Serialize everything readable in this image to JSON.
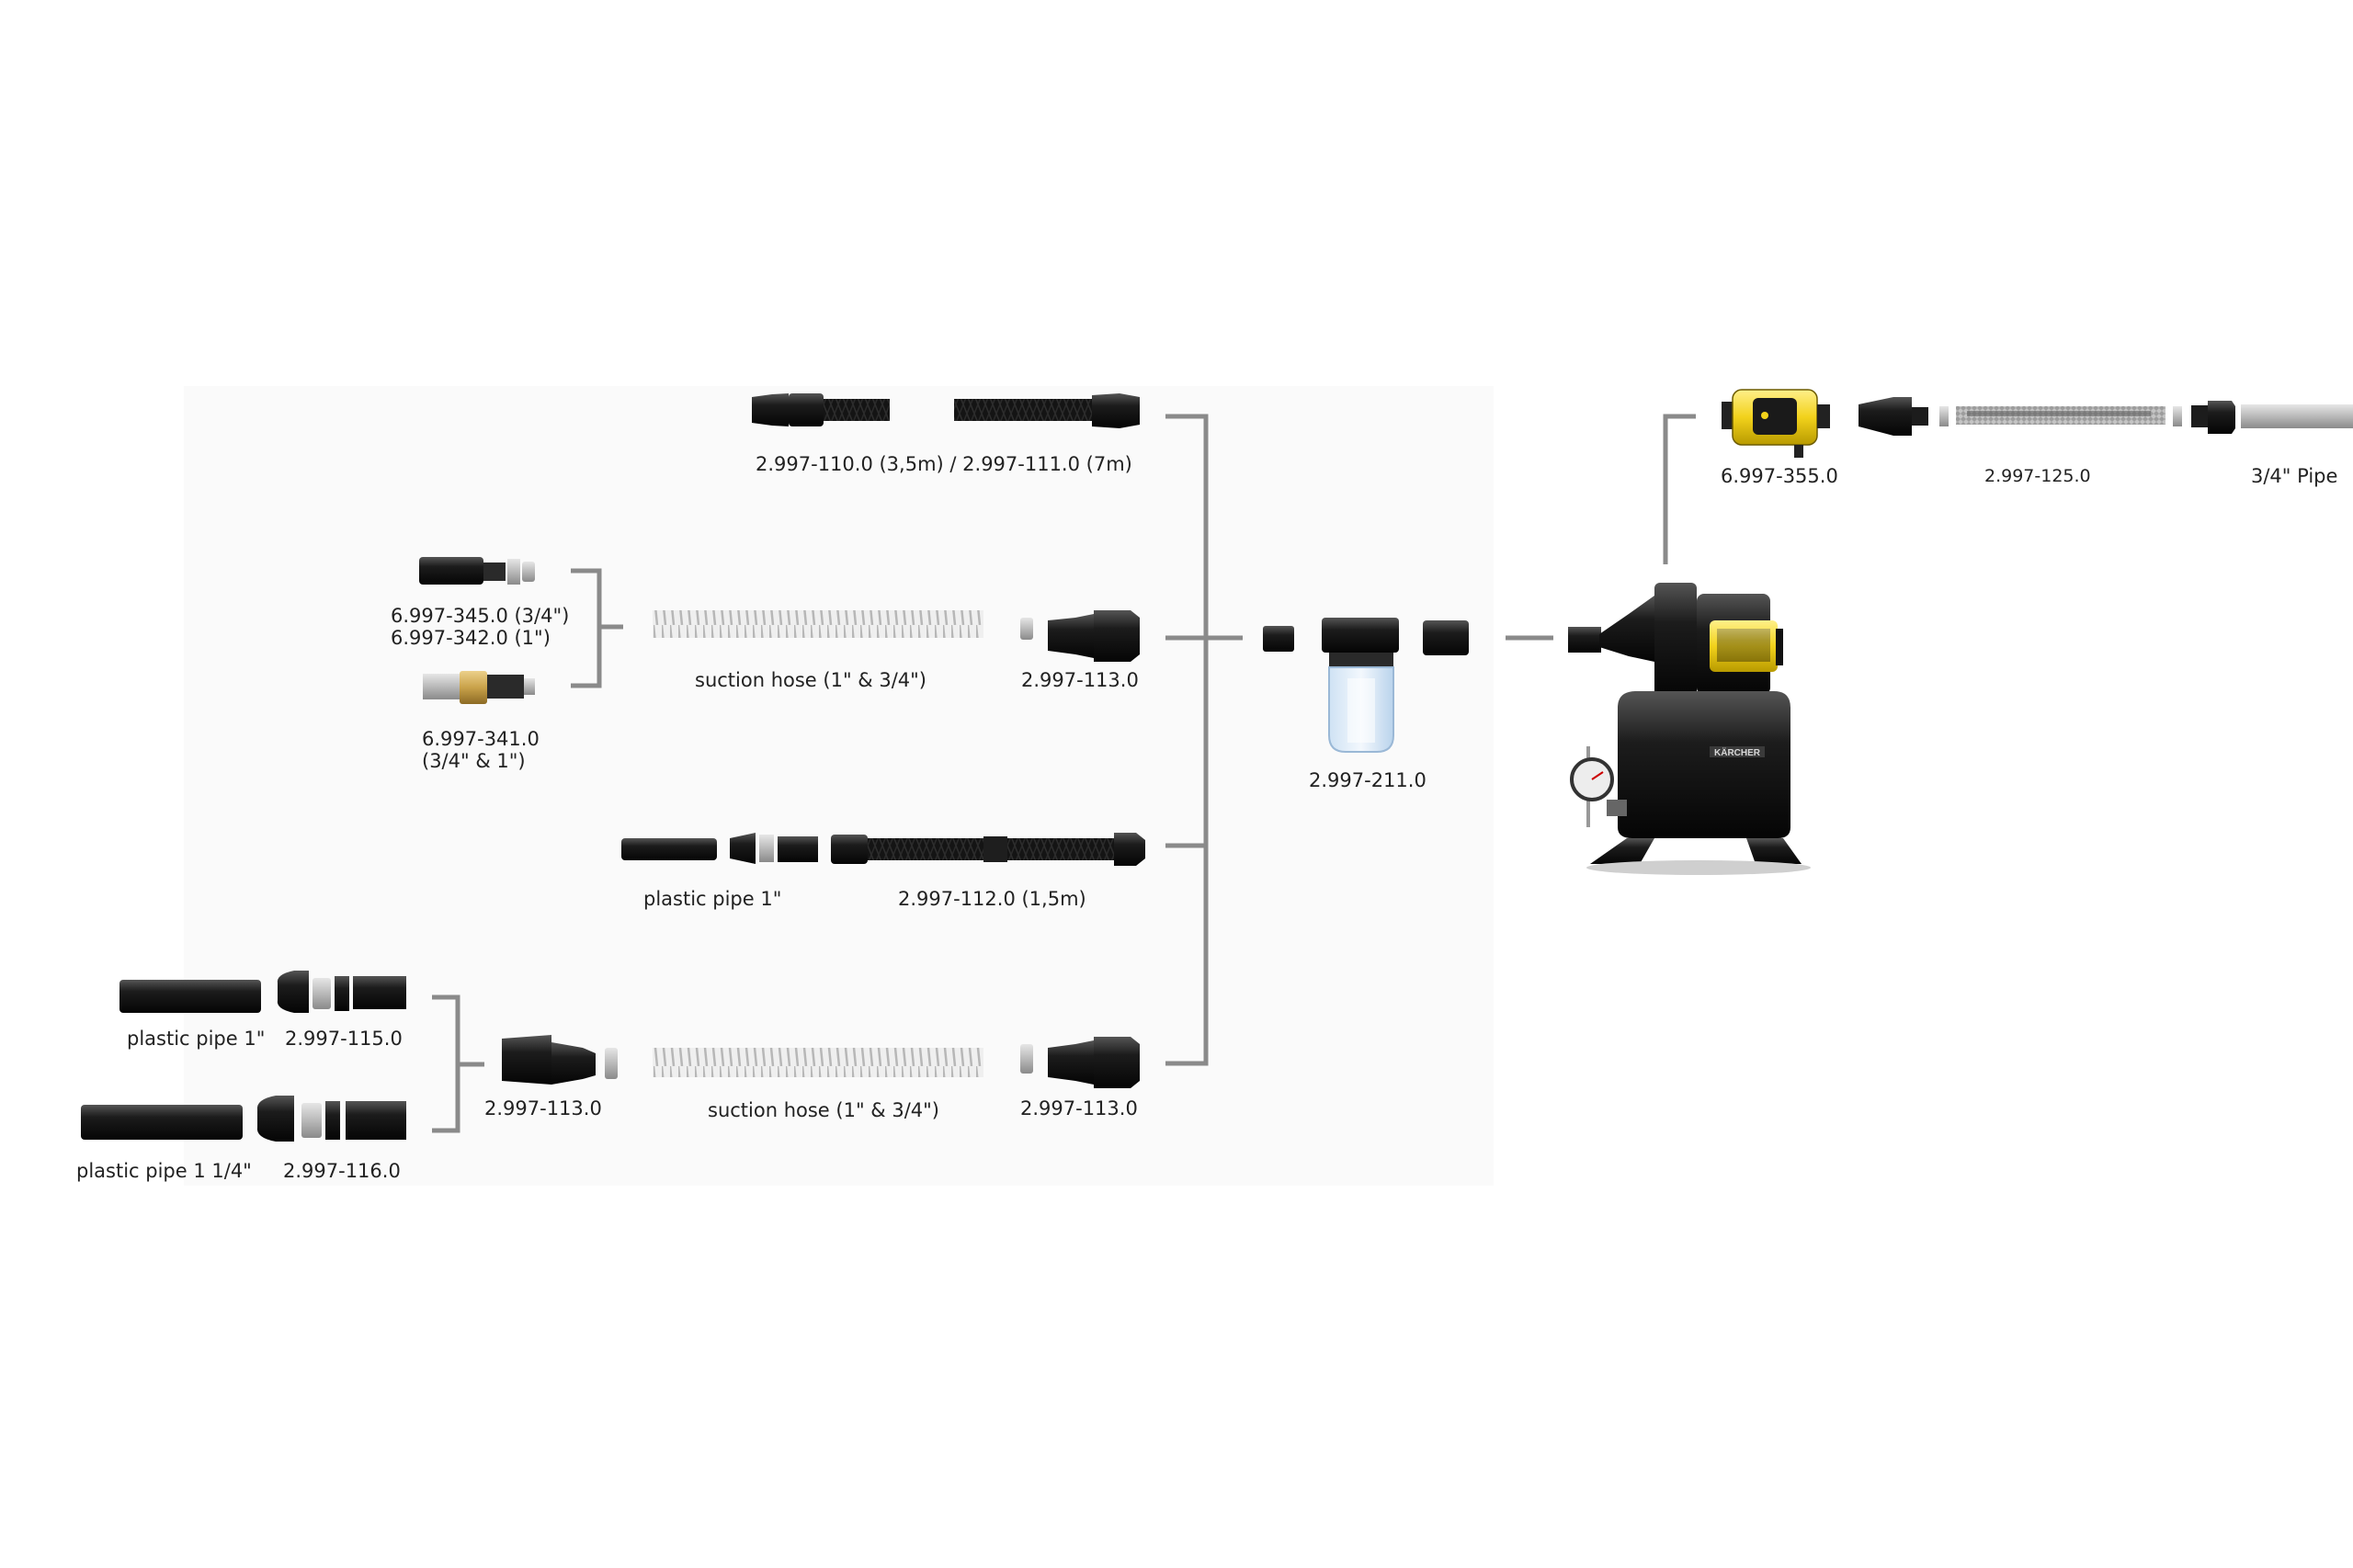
{
  "labels": {
    "hose_top": "2.997-110.0 (3,5m) / 2.997-111.0 (7m)",
    "filter_a_1": "6.997-345.0 (3/4\")",
    "filter_a_2": "6.997-342.0 (1\")",
    "filter_b_1": "6.997-341.0",
    "filter_b_2": "(3/4\" & 1\")",
    "suction_hose_1": "suction hose (1\" & 3/4\")",
    "adapter_row2": "2.997-113.0",
    "prefilter": "2.997-211.0",
    "plastic_pipe_row3": "plastic pipe 1\"",
    "hose_row3": "2.997-112.0  (1,5m)",
    "plastic_pipe_1": "plastic pipe 1\"",
    "conn_115": "2.997-115.0",
    "plastic_pipe_114": "plastic pipe 1 1/4\"",
    "conn_116": "2.997-116.0",
    "adapter_left": "2.997-113.0",
    "suction_hose_2": "suction hose (1\" & 3/4\")",
    "adapter_row4": "2.997-113.0",
    "flow_control": "6.997-355.0",
    "pressure_hose": "2.997-125.0",
    "pipe_34": "3/4\"  Pipe"
  },
  "pump": {
    "brand": "KÄRCHER"
  },
  "colors": {
    "connector": "#888888",
    "hose": "#111111",
    "accent_yellow": "#f2d21b",
    "brass": "#c9a24a"
  }
}
